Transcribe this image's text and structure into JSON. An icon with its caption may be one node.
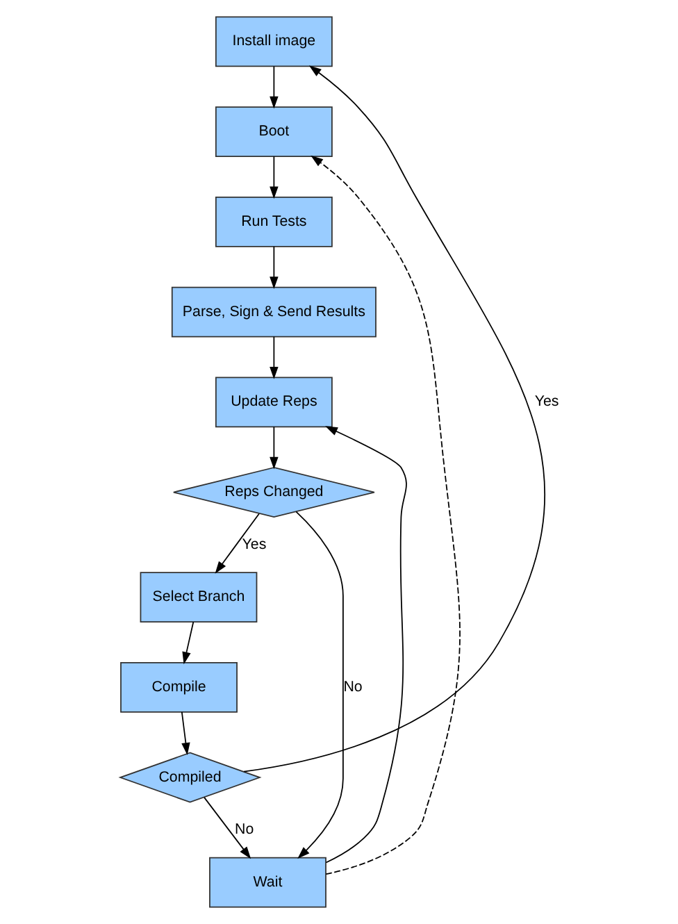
{
  "diagram": {
    "nodes": [
      {
        "text": [
          "Install image"
        ]
      },
      {
        "text": [
          "Boot"
        ]
      },
      {
        "text": [
          "Run Tests"
        ]
      },
      {
        "text": [
          "Parse, Sign & Send Results"
        ]
      },
      {
        "text": [
          "Update Reps"
        ]
      },
      {
        "text": [
          "Reps Changed"
        ]
      },
      {
        "text": [
          "Select Branch"
        ]
      },
      {
        "text": [
          "Wait"
        ]
      },
      {
        "text": [
          "Compile"
        ]
      },
      {
        "text": [
          "Compiled"
        ]
      }
    ],
    "edges": [
      {
        "from": 0,
        "to": 1,
        "arrow": "to"
      },
      {
        "from": 1,
        "to": 2,
        "arrow": "to"
      },
      {
        "from": 2,
        "to": 3,
        "arrow": "to"
      },
      {
        "from": 3,
        "to": 4,
        "arrow": "to"
      },
      {
        "from": 4,
        "to": 5,
        "arrow": "to"
      },
      {
        "from": 5,
        "to": 6,
        "arrow": "to",
        "label": "Yes"
      },
      {
        "from": 5,
        "to": 7,
        "arrow": "to",
        "label": "No"
      },
      {
        "from": 6,
        "to": 8,
        "arrow": "to"
      },
      {
        "from": 8,
        "to": 9,
        "arrow": "to"
      },
      {
        "from": 9,
        "to": 0,
        "arrow": "to",
        "label": "Yes"
      },
      {
        "from": 9,
        "to": 7,
        "arrow": "to",
        "label": "No"
      },
      {
        "from": 7,
        "to": 4,
        "arrow": "to"
      },
      {
        "from": 7,
        "to": 1,
        "arrow": "to",
        "style": "dashed"
      }
    ]
  }
}
